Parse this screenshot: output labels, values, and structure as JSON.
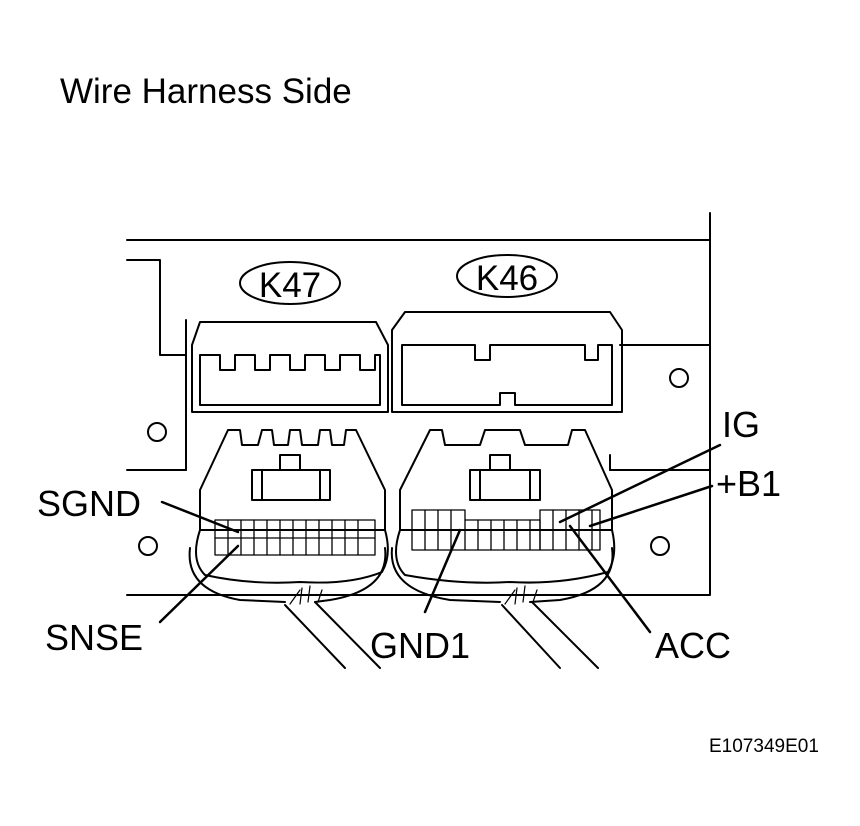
{
  "title": "Wire Harness Side",
  "connectors": [
    {
      "id": "K47"
    },
    {
      "id": "K46"
    }
  ],
  "terminals": {
    "sgnd": "SGND",
    "snse": "SNSE",
    "gnd1": "GND1",
    "acc": "ACC",
    "ig": "IG",
    "b1": "+B1"
  },
  "figure_id": "E107349E01",
  "colors": {
    "line": "#000000",
    "background": "#ffffff"
  }
}
